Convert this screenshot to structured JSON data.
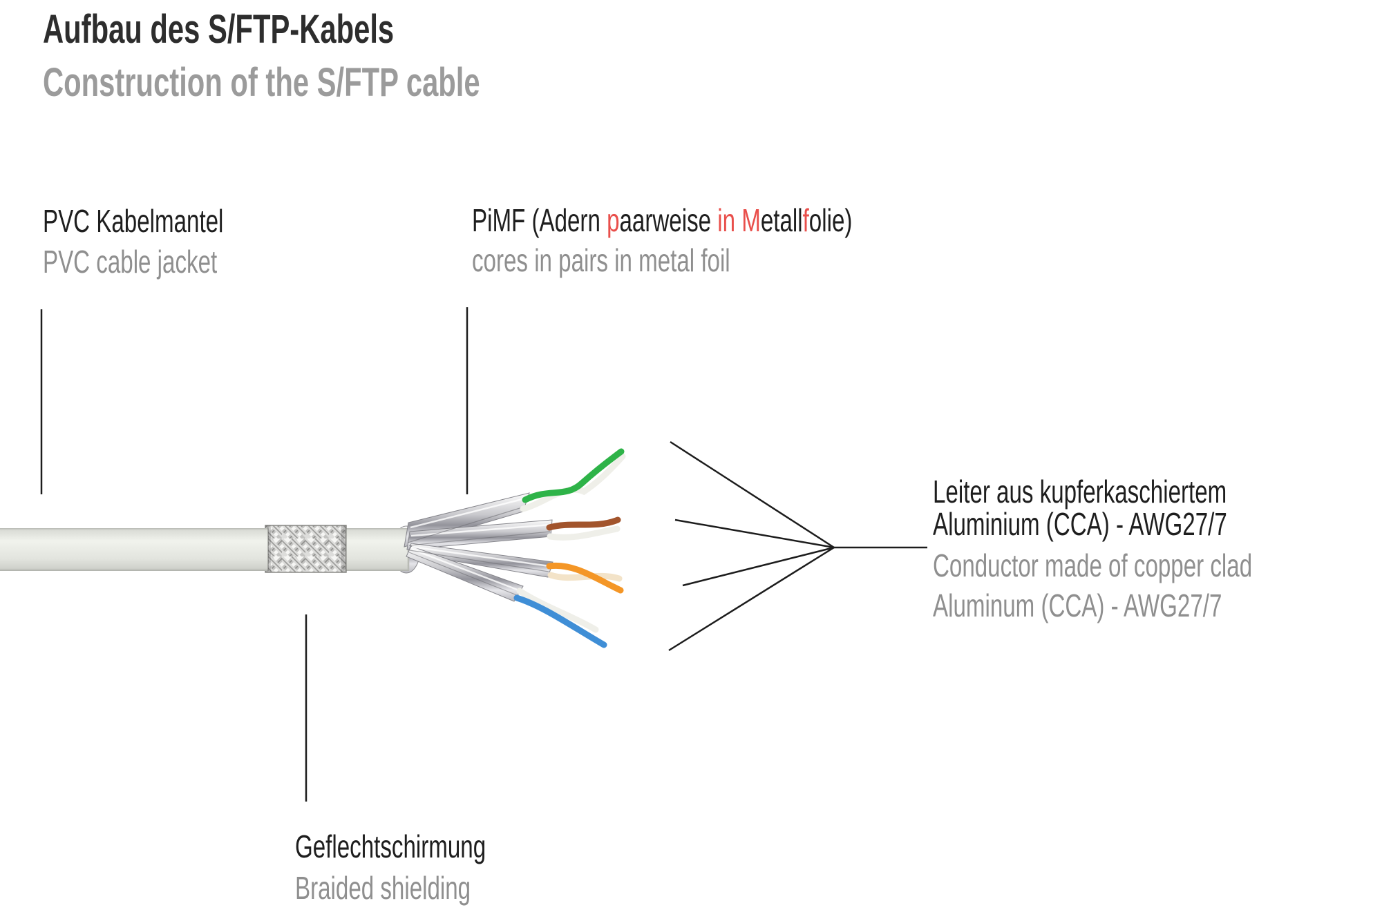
{
  "title": {
    "de": "Aufbau des S/FTP-Kabels",
    "en": "Construction of the S/FTP cable"
  },
  "labels": {
    "jacket": {
      "de": "PVC Kabelmantel",
      "en": "PVC cable jacket"
    },
    "pimf": {
      "en": "cores in pairs in metal foil",
      "de_segments": [
        {
          "t": "PiMF (Adern ",
          "red": false
        },
        {
          "t": "p",
          "red": true
        },
        {
          "t": "aarweise ",
          "red": false
        },
        {
          "t": "in",
          "red": true
        },
        {
          "t": " ",
          "red": false
        },
        {
          "t": "M",
          "red": true
        },
        {
          "t": "etall",
          "red": false
        },
        {
          "t": "f",
          "red": true
        },
        {
          "t": "olie)",
          "red": false
        }
      ]
    },
    "conductor": {
      "de_line1": "Leiter aus kupferkaschiertem",
      "de_line2": "Aluminium (CCA) - AWG27/7",
      "en_line1": "Conductor made of copper clad",
      "en_line2": "Aluminum (CCA) - AWG27/7"
    },
    "braid": {
      "de": "Geflechtschirmung",
      "en": "Braided shielding"
    }
  },
  "colors": {
    "text_primary": "#1e1e1e",
    "text_secondary": "#8f8f8f",
    "accent_red": "#e94f4b",
    "pointer_line": "#1c1c1c",
    "wire_green": "#2eb348",
    "wire_brown": "#a2542c",
    "wire_orange": "#f49626",
    "wire_blue": "#3f8ed6",
    "wire_white": "#efefe9",
    "wire_cream": "#f3e3c8",
    "jacket_light": "#f1f3ed",
    "jacket_dark": "#aeb0aa"
  },
  "diagram": {
    "wire_pairs": [
      {
        "name": "green-white pair in metal foil"
      },
      {
        "name": "brown-white pair in metal foil"
      },
      {
        "name": "orange-white pair in metal foil"
      },
      {
        "name": "blue-white pair in metal foil"
      }
    ]
  }
}
